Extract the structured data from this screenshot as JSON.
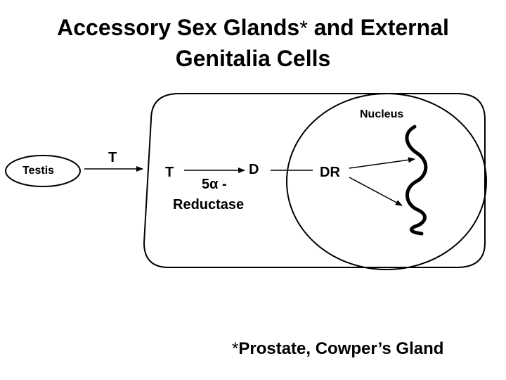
{
  "title": {
    "line1_text": "Accessory Sex Glands",
    "line1_mark": "*",
    "line1_rest": " and External",
    "line2": "Genitalia Cells"
  },
  "labels": {
    "nucleus": "Nucleus",
    "testis": "Testis",
    "t_transport": "T",
    "t_cell": "T",
    "d": "D",
    "enzyme_line1": "5α -",
    "enzyme_line2": "Reductase",
    "dr": "DR"
  },
  "footnote": {
    "mark": "*",
    "text": "Prostate, Cowper’s Gland"
  },
  "colors": {
    "stroke": "#000000",
    "background": "#ffffff"
  }
}
